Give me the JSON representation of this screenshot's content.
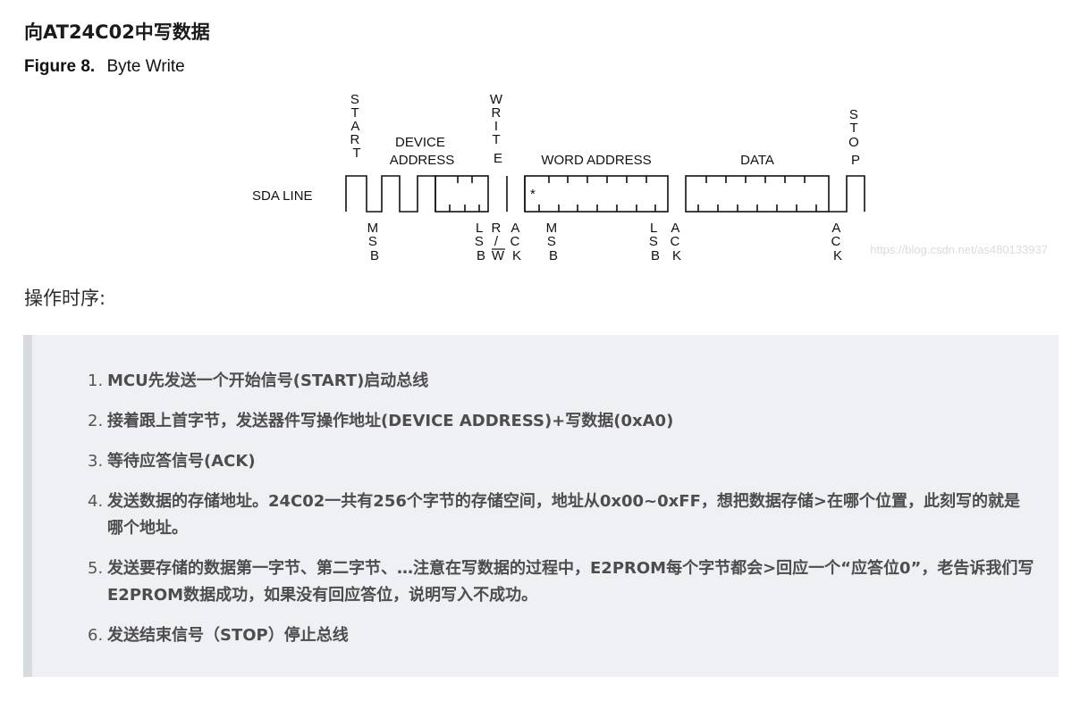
{
  "heading": "向AT24C02中写数据",
  "figure": {
    "caption_bold": "Figure 8.",
    "caption_text": "Byte Write",
    "line_label": "SDA LINE",
    "top_labels": {
      "start": [
        "S",
        "T",
        "A",
        "R",
        "T"
      ],
      "device_address": [
        "DEVICE",
        "ADDRESS"
      ],
      "write": [
        "W",
        "R",
        "I",
        "T",
        "E"
      ],
      "word_address": "WORD ADDRESS",
      "data": "DATA",
      "stop": [
        "S",
        "T",
        "O",
        "P"
      ]
    },
    "bottom_labels": {
      "msb1": [
        "M",
        "S",
        "B"
      ],
      "lsb1": [
        "L",
        "S",
        "B"
      ],
      "rw": [
        "R",
        "/",
        "W"
      ],
      "ack1": [
        "A",
        "C",
        "K"
      ],
      "msb2": [
        "M",
        "S",
        "B"
      ],
      "lsb2": [
        "L",
        "S",
        "B"
      ],
      "ack2": [
        "A",
        "C",
        "K"
      ],
      "ack3": [
        "A",
        "C",
        "K"
      ]
    },
    "asterisk": "*",
    "watermark": "https://blog.csdn.net/as480133937"
  },
  "timing_label": "操作时序:",
  "steps": [
    {
      "num": "1.",
      "text": "MCU先发送一个开始信号(START)启动总线"
    },
    {
      "num": "2.",
      "text": "接着跟上首字节，发送器件写操作地址(DEVICE ADDRESS)+写数据(0xA0)"
    },
    {
      "num": "3.",
      "text": "等待应答信号(ACK)"
    },
    {
      "num": "4.",
      "text": "发送数据的存储地址。24C02一共有256个字节的存储空间，地址从0x00~0xFF，想把数据存储>在哪个位置，此刻写的就是哪个地址。"
    },
    {
      "num": "5.",
      "text": "发送要存储的数据第一字节、第二字节、…注意在写数据的过程中，E2PROM每个字节都会>回应一个“应答位0”，老告诉我们写E2PROM数据成功，如果没有回应答位，说明写入不成功。"
    },
    {
      "num": "6.",
      "text": "发送结束信号（STOP）停止总线"
    }
  ]
}
